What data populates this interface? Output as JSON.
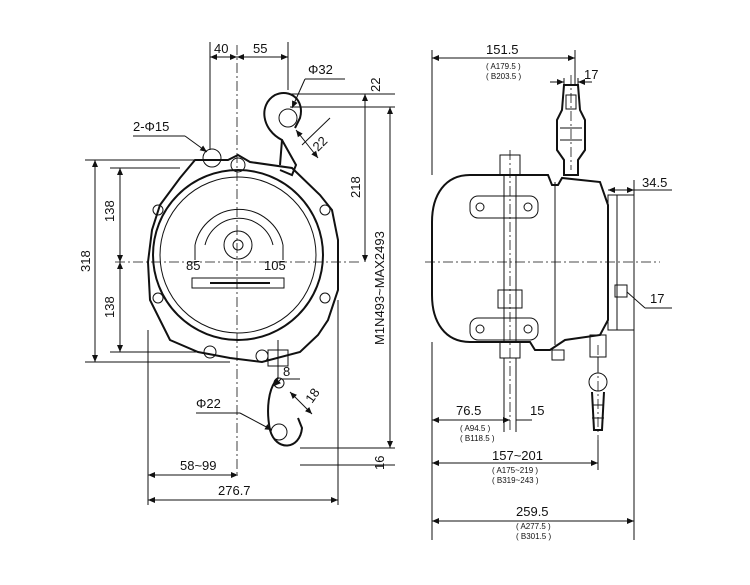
{
  "front_view": {
    "dim_40": "40",
    "dim_55": "55",
    "dim_phi32": "Φ32",
    "dim_22_top": "22",
    "dim_22_angle": "22",
    "dim_2phi15": "2-Φ15",
    "dim_218": "218",
    "dim_318": "318",
    "dim_138_top": "138",
    "dim_138_bottom": "138",
    "dim_m1n": "M1N493~MAX2493",
    "gauge_left": "85",
    "gauge_right": "105",
    "dim_8": "8",
    "dim_phi22": "Φ22",
    "dim_18": "18",
    "dim_58_99": "58~99",
    "dim_16": "16",
    "dim_276_7": "276.7"
  },
  "side_view": {
    "dim_151_5": "151.5",
    "sub_a179_5": "( A179.5 )",
    "sub_b203_5": "( B203.5 )",
    "dim_17_top": "17",
    "dim_34_5": "34.5",
    "dim_17_right": "17",
    "dim_76_5": "76.5",
    "dim_15": "15",
    "sub_a94_5": "( A94.5 )",
    "sub_b118_5": "( B118.5 )",
    "dim_157_201": "157~201",
    "sub_a175_219": "( A175~219 )",
    "sub_b319_243": "( B319~243 )",
    "dim_259_5": "259.5",
    "sub_a277_5": "( A277.5 )",
    "sub_b301_5": "( B301.5 )"
  }
}
